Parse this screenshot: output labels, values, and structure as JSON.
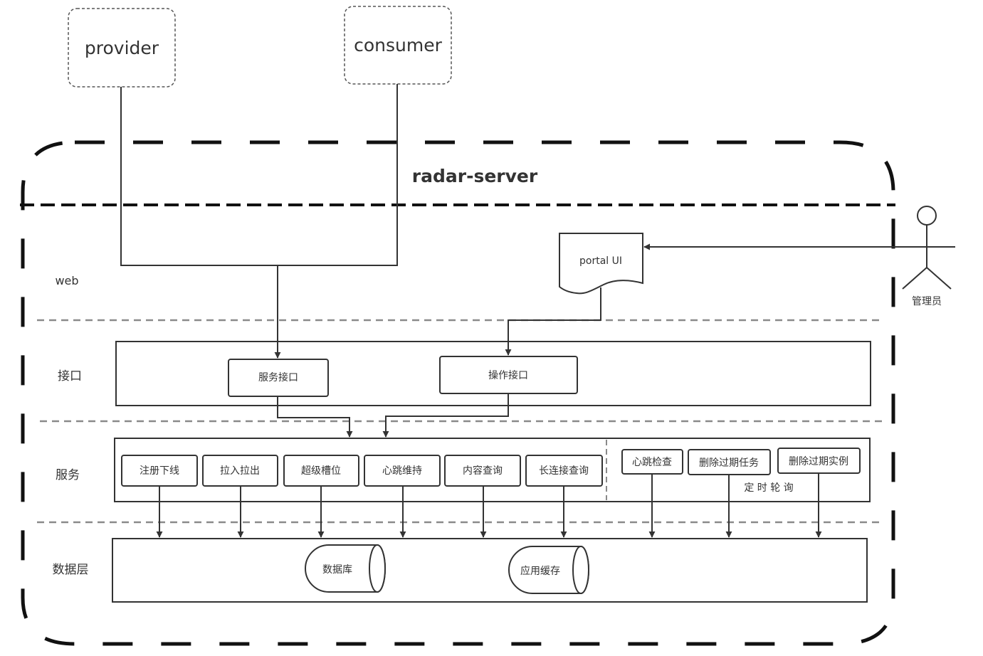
{
  "diagram": {
    "external": {
      "provider": "provider",
      "consumer": "consumer"
    },
    "server_title": "radar-server",
    "layers": {
      "web": "web",
      "interface": "接口",
      "service": "服务",
      "data": "数据层"
    },
    "portal": "portal UI",
    "actor": "管理员",
    "interface_boxes": {
      "service_api": "服务接口",
      "operation_api": "操作接口"
    },
    "service_boxes": [
      "注册下线",
      "拉入拉出",
      "超级槽位",
      "心跳维持",
      "内容查询",
      "长连接查询"
    ],
    "scheduled_boxes": [
      "心跳检查",
      "删除过期任务",
      "删除过期实例"
    ],
    "scheduled_label": "定 时 轮 询",
    "data_stores": {
      "database": "数据库",
      "cache": "应用缓存"
    }
  }
}
